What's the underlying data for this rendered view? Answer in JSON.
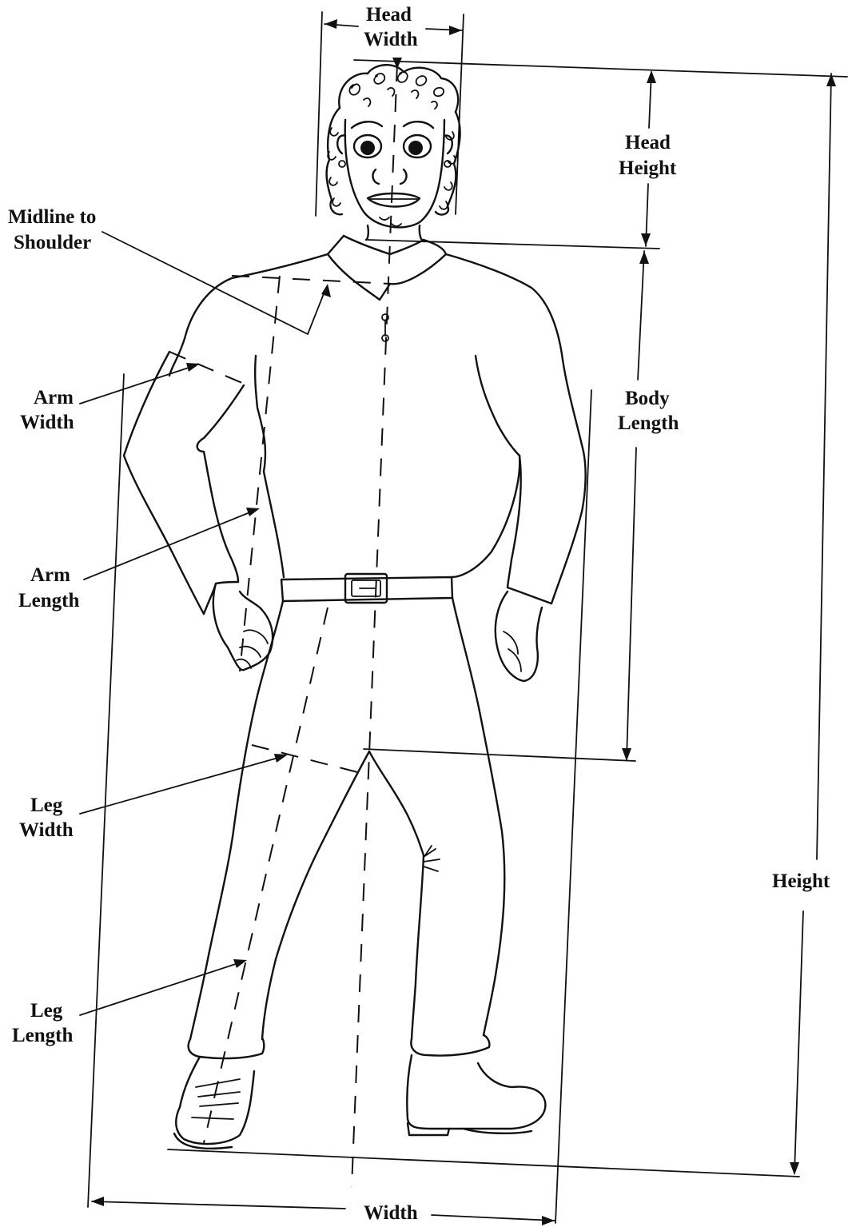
{
  "labels": {
    "head_width": [
      "Head",
      "Width"
    ],
    "head_height": [
      "Head",
      "Height"
    ],
    "midline_to_shoulder": [
      "Midline to",
      "Shoulder"
    ],
    "arm_width": [
      "Arm",
      "Width"
    ],
    "arm_length": [
      "Arm",
      "Length"
    ],
    "body_length": [
      "Body",
      "Length"
    ],
    "leg_width": [
      "Leg",
      "Width"
    ],
    "leg_length": [
      "Leg",
      "Length"
    ],
    "height": "Height",
    "width": "Width"
  }
}
